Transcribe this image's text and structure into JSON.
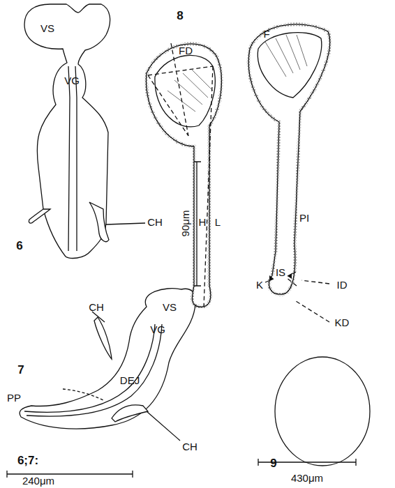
{
  "diagram": {
    "labels": [
      "VS",
      "VG",
      "CH",
      "6",
      "8",
      "FD",
      "H",
      "L",
      "F",
      "PI",
      "90μm",
      "K",
      "IS",
      "ID",
      "KD",
      "CH",
      "7",
      "PP",
      "DEJ",
      "CH",
      "VS",
      "VG",
      "9",
      "430μm",
      "6;7:",
      "240μm"
    ]
  }
}
